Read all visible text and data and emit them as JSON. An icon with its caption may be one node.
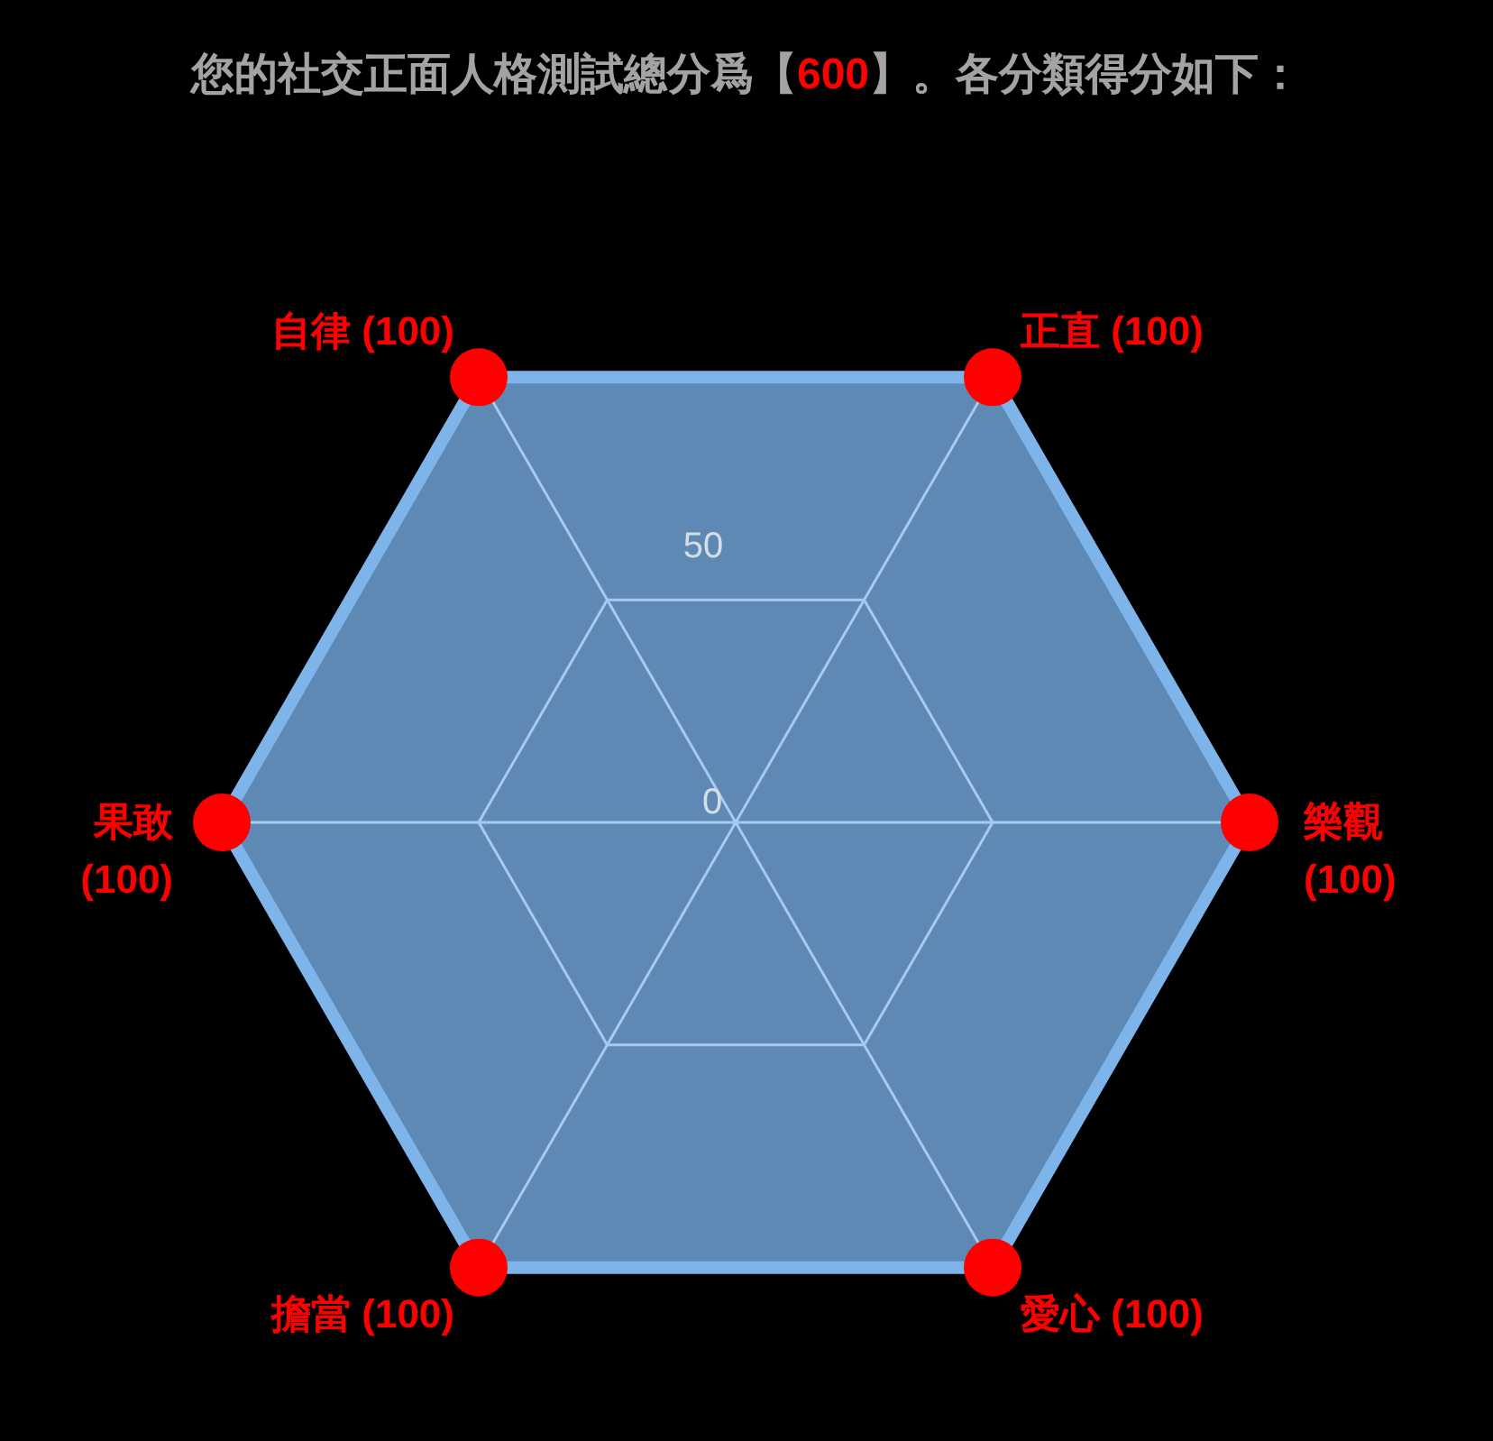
{
  "diagram": {
    "title": "您的社交正面人格測試總分爲【600】。各分類得分如下：",
    "labels": [
      "自律 (100)",
      "正直 (100)",
      "50",
      "果敢 (100)",
      "0",
      "樂觀 (100)",
      "擔當 (100)",
      "愛心 (100)"
    ]
  }
}
